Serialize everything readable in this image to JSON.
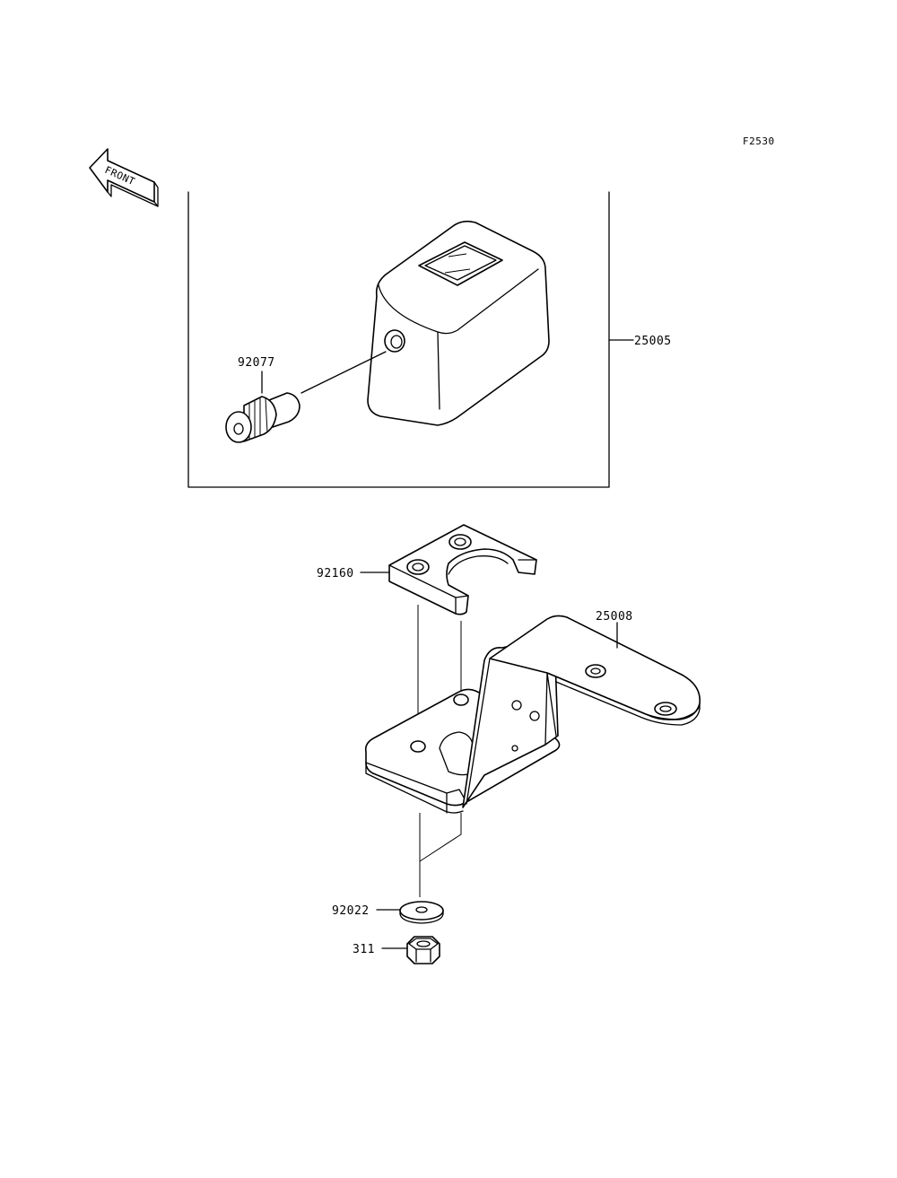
{
  "diagram": {
    "figure_code": "F2530",
    "front_label": "FRONT",
    "parts": {
      "meter_assembly": "25005",
      "cable_adapter": "92077",
      "bracket_plate": "92160",
      "meter_bracket": "25008",
      "washer": "92022",
      "nut": "311"
    }
  }
}
